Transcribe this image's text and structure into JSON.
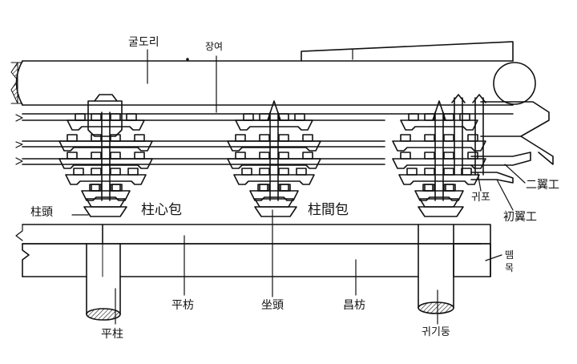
{
  "labels": {
    "gul_dori": "굴도리",
    "jangyeo": "장여",
    "juchu_top": "柱頭",
    "jusimpo": "柱心包",
    "jugan_po": "柱間包",
    "gwipo": "귀포",
    "cho_ik_gong": "初翼工",
    "i_ik_gong": "二翼工",
    "pyeongbang": "平枋",
    "jwadu": "坐頭",
    "changbang": "昌枋",
    "pyeongju": "平柱",
    "gwigidung": "귀기둥",
    "ttem_mok_1": "뗌",
    "ttem_mok_2": "목"
  },
  "colors": {
    "line": "#111111",
    "background": "#ffffff"
  }
}
